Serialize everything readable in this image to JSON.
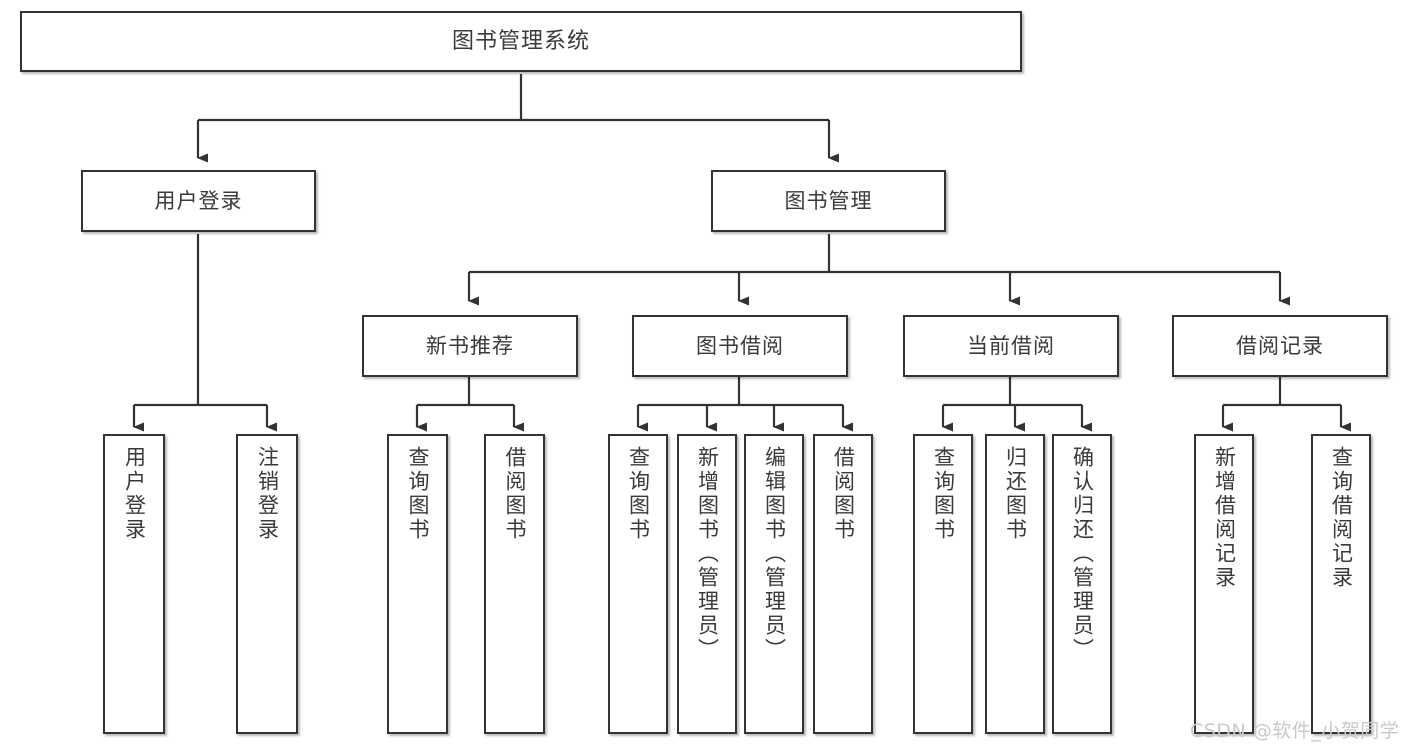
{
  "diagram": {
    "title": "图书管理系统",
    "type": "tree-hierarchy",
    "colors": {
      "box_border": "#333333",
      "box_fill": "#ffffff",
      "text": "#3a3a3a",
      "connector": "#333333",
      "watermark": "#c9c9c9",
      "background": "#ffffff"
    },
    "nodes": {
      "root": {
        "label": "图书管理系统"
      },
      "level1": [
        {
          "label": "用户登录"
        },
        {
          "label": "图书管理"
        }
      ],
      "level2": [
        {
          "label": "新书推荐"
        },
        {
          "label": "图书借阅"
        },
        {
          "label": "当前借阅"
        },
        {
          "label": "借阅记录"
        }
      ],
      "leaves": {
        "user_login": [
          {
            "label": "用户登录"
          },
          {
            "label": "注销登录"
          }
        ],
        "new_book_recommend": [
          {
            "label": "查询图书"
          },
          {
            "label": "借阅图书"
          }
        ],
        "book_borrow": [
          {
            "label": "查询图书"
          },
          {
            "label": "新增图书（管理员）"
          },
          {
            "label": "编辑图书（管理员）"
          },
          {
            "label": "借阅图书"
          }
        ],
        "current_borrow": [
          {
            "label": "查询图书"
          },
          {
            "label": "归还图书"
          },
          {
            "label": "确认归还（管理员）"
          }
        ],
        "borrow_records": [
          {
            "label": "新增借阅记录"
          },
          {
            "label": "查询借阅记录"
          }
        ]
      }
    },
    "watermark": "CSDN @软件_小贺同学"
  }
}
